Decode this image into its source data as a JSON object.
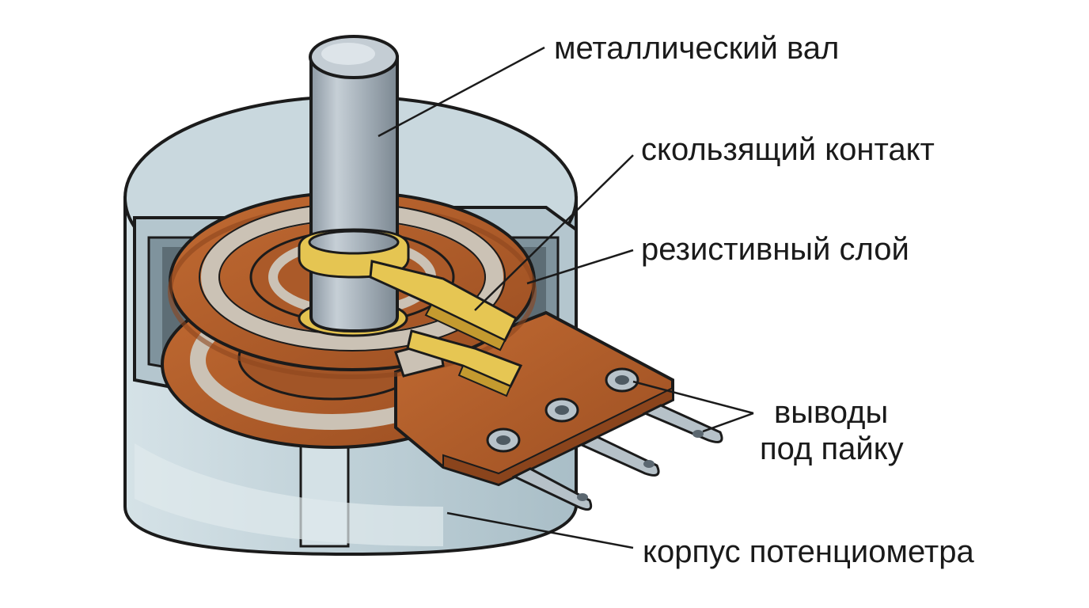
{
  "labels": {
    "shaft": "металлический вал",
    "wiper": "скользящий контакт",
    "track": "резистивный слой",
    "terminals_line1": "выводы",
    "terminals_line2": "под пайку",
    "housing": "корпус потенциометра"
  },
  "colors": {
    "housing": "#c3d3da",
    "housing_inner": "#8aa0aa",
    "board": "#b5622e",
    "track": "#c9c1b4",
    "brass": "#e3c24f",
    "shaft": "#a7b2bc",
    "outline": "#1b1b1b"
  }
}
